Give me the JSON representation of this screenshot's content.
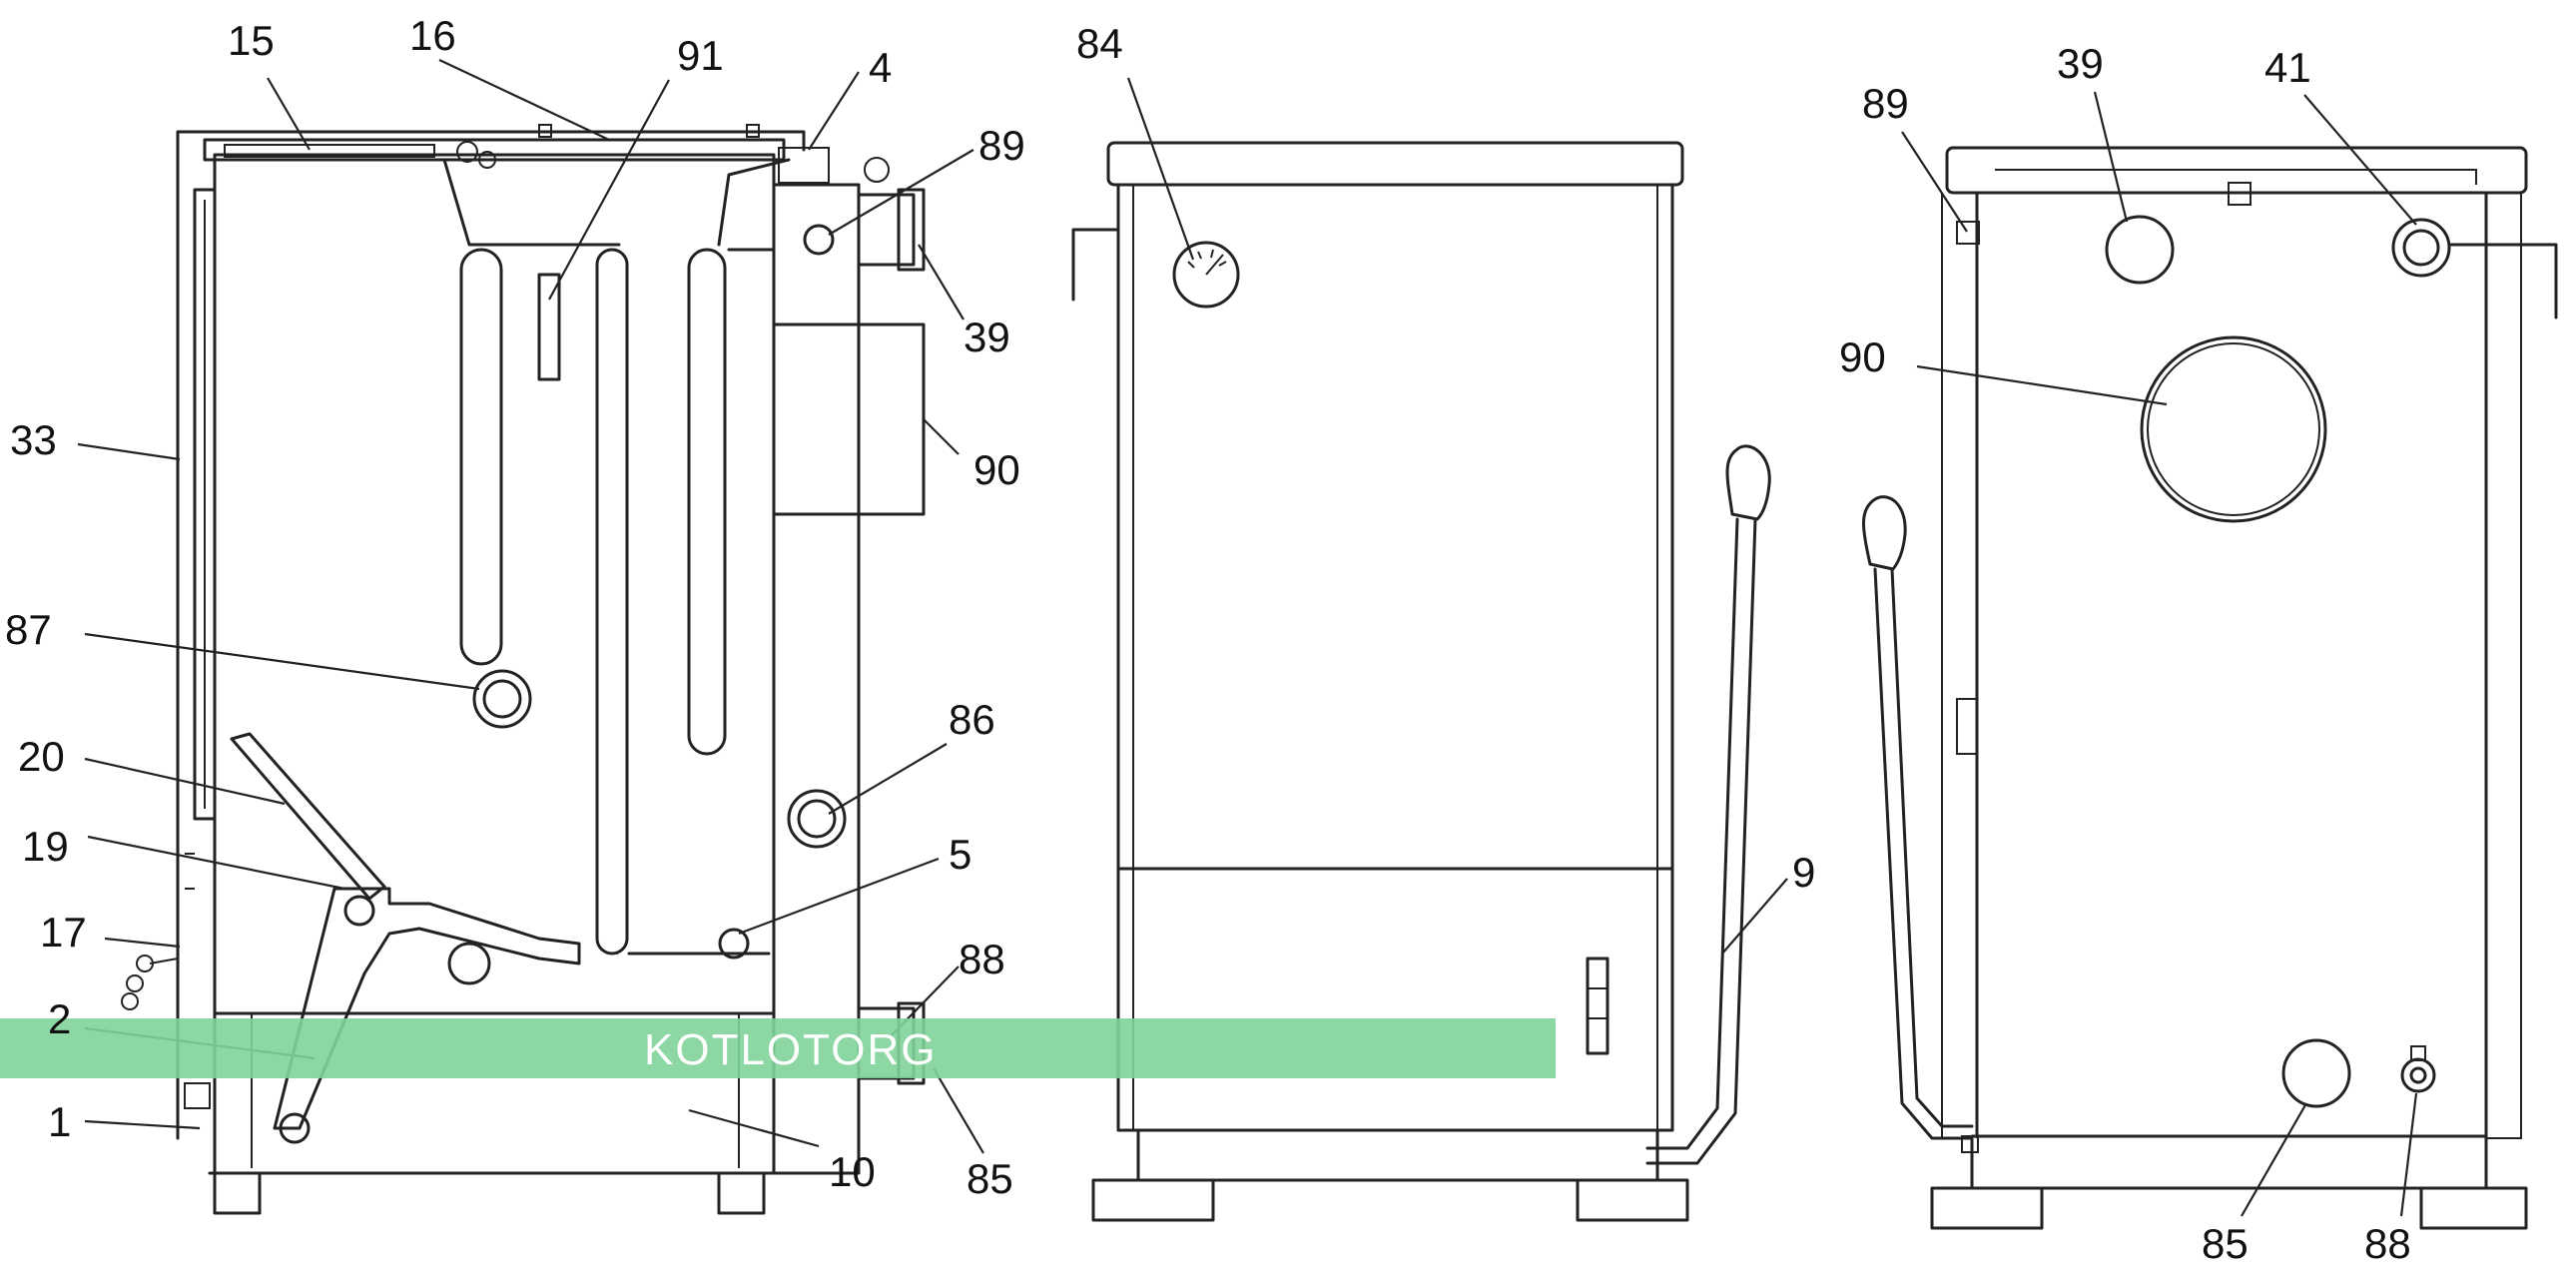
{
  "watermark": "KOTLOTORG",
  "views": [
    {
      "id": "side-section",
      "labels": [
        "15",
        "16",
        "91",
        "4",
        "89",
        "39",
        "90",
        "33",
        "87",
        "86",
        "20",
        "19",
        "5",
        "17",
        "88",
        "2",
        "1",
        "10",
        "85"
      ]
    },
    {
      "id": "front",
      "labels": [
        "84",
        "9"
      ]
    },
    {
      "id": "rear",
      "labels": [
        "89",
        "39",
        "41",
        "90",
        "85",
        "88"
      ]
    }
  ],
  "labels": {
    "l15": "15",
    "l16": "16",
    "l91": "91",
    "l4": "4",
    "l89a": "89",
    "l39a": "39",
    "l90a": "90",
    "l33": "33",
    "l87": "87",
    "l86": "86",
    "l20": "20",
    "l19": "19",
    "l5": "5",
    "l17": "17",
    "l88a": "88",
    "l2": "2",
    "l1": "1",
    "l10": "10",
    "l85a": "85",
    "l84": "84",
    "l9": "9",
    "l89b": "89",
    "l39b": "39",
    "l41": "41",
    "l90b": "90",
    "l85b": "85",
    "l88b": "88"
  }
}
